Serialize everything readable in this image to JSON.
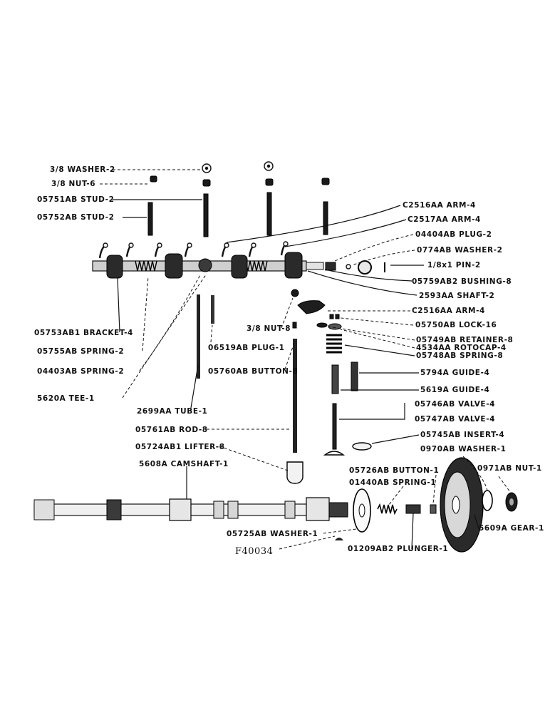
{
  "figure_id": "F40034",
  "labels": {
    "washer_2": "3/8 WASHER-2",
    "nut_6": "3/8 NUT-6",
    "stud_05751": "05751AB STUD-2",
    "stud_05752": "05752AB STUD-2",
    "arm_c2516_top": "C2516AA ARM-4",
    "arm_c2517": "C2517AA ARM-4",
    "plug_04404": "04404AB PLUG-2",
    "washer_0774": "0774AB WASHER-2",
    "pin_2": "1/8x1 PIN-2",
    "bushing_8": "05759AB2 BUSHING-8",
    "shaft_2": "2593AA SHAFT-2",
    "arm_c2516_mid": "C2516AA ARM-4",
    "nut_8": "3/8 NUT-8",
    "lock_16": "05750AB LOCK-16",
    "retainer_8": "05749AB RETAINER-8",
    "rotocap_4": "4534AA ROTOCAP-4",
    "spring_05748": "05748AB SPRING-8",
    "bracket_4": "05753AB1 BRACKET-4",
    "spring_05755": "05755AB SPRING-2",
    "plug_06519": "06519AB PLUG-1",
    "spring_04403": "04403AB SPRING-2",
    "button_05760": "05760AB BUTTON-8",
    "guide_5794": "5794A GUIDE-4",
    "guide_5619": "5619A GUIDE-4",
    "tee_5620": "5620A TEE-1",
    "valve_05746": "05746AB VALVE-4",
    "valve_05747": "05747AB VALVE-4",
    "tube_2699": "2699AA TUBE-1",
    "rod_8": "05761AB ROD-8",
    "insert_4": "05745AB INSERT-4",
    "lifter_8": "05724AB1 LIFTER-8",
    "washer_0970": "0970AB WASHER-1",
    "camshaft_1": "5608A CAMSHAFT-1",
    "nut_0971": "0971AB NUT-1",
    "button_05726": "05726AB BUTTON-1",
    "spring_01440": "01440AB SPRING-1",
    "washer_05725": "05725AB WASHER-1",
    "gear_5609": "5609A GEAR-1",
    "plunger_01209": "01209AB2 PLUNGER-1"
  }
}
